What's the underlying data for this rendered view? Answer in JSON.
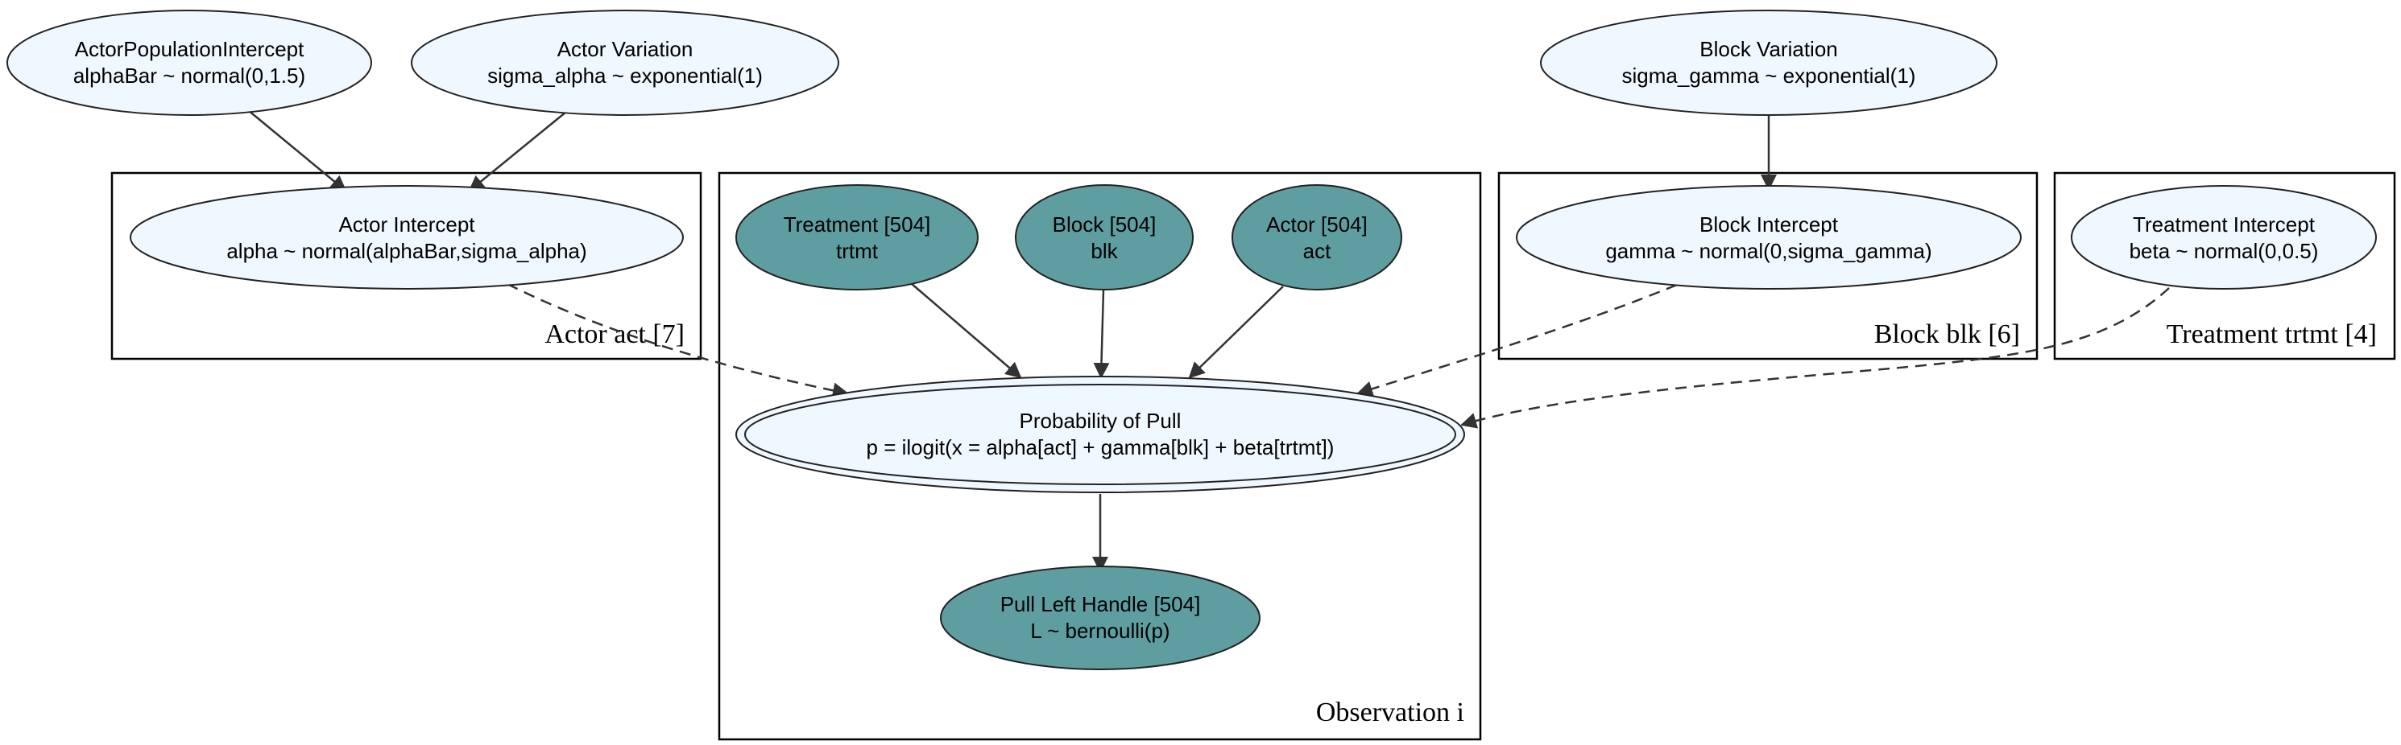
{
  "colors": {
    "latent_fill": "#f0f8ff",
    "observed_fill": "#5f9ea0",
    "stroke": "#222222",
    "edge": "#333333"
  },
  "nodes": {
    "actor_population_intercept": {
      "line1": "ActorPopulationIntercept",
      "line2": "alphaBar ~ normal(0,1.5)"
    },
    "actor_variation": {
      "line1": "Actor Variation",
      "line2": "sigma_alpha ~ exponential(1)"
    },
    "block_variation": {
      "line1": "Block Variation",
      "line2": "sigma_gamma ~ exponential(1)"
    },
    "actor_intercept": {
      "line1": "Actor Intercept",
      "line2": "alpha ~ normal(alphaBar,sigma_alpha)"
    },
    "treatment": {
      "line1": "Treatment [504]",
      "line2": "trtmt"
    },
    "block": {
      "line1": "Block [504]",
      "line2": "blk"
    },
    "actor": {
      "line1": "Actor [504]",
      "line2": "act"
    },
    "block_intercept": {
      "line1": "Block Intercept",
      "line2": "gamma ~ normal(0,sigma_gamma)"
    },
    "treatment_intercept": {
      "line1": "Treatment Intercept",
      "line2": "beta ~ normal(0,0.5)"
    },
    "probability_of_pull": {
      "line1": "Probability of Pull",
      "line2": "p = ilogit(x = alpha[act] + gamma[blk] + beta[trtmt])"
    },
    "pull_left_handle": {
      "line1": "Pull Left Handle [504]",
      "line2": "L ~ bernoulli(p)"
    }
  },
  "plates": {
    "actor": "Actor act [7]",
    "observation": "Observation i",
    "block": "Block blk [6]",
    "treatment": "Treatment trtmt [4]"
  }
}
